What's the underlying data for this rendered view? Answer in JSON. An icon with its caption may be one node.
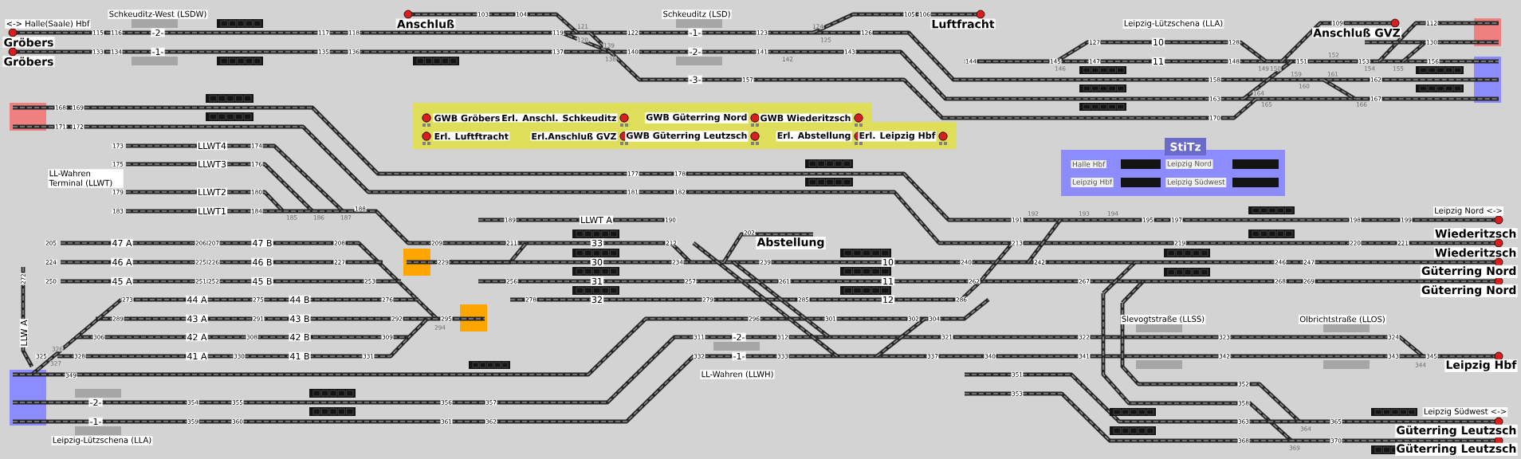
{
  "diagram": {
    "nodes": [
      {
        "text": [],
        "shape": "box"
      },
      {
        "text": [
          "GWB Gröbers"
        ],
        "in": 0
      },
      {
        "text": [
          "Erl. Anschl. Schkeuditz"
        ],
        "in": 0
      },
      {
        "text": [
          "GWB Güterring Nord"
        ],
        "in": 0
      },
      {
        "text": [
          "GWB Wiederitzsch"
        ],
        "in": 0
      },
      {
        "text": [
          "Erl. Luftftracht"
        ],
        "in": 0
      },
      {
        "text": [
          "Erl.Anschluß GVZ"
        ],
        "in": 0
      },
      {
        "text": [
          "GWB Güterring Leutzsch"
        ],
        "in": 0
      },
      {
        "text": [
          "Erl. Abstellung"
        ],
        "in": 0
      },
      {
        "text": [
          "Erl. Leipzig Hbf"
        ],
        "in": 0
      },
      {
        "text": [
          "StiTz"
        ]
      },
      {
        "text": [
          "Halle Hbf"
        ],
        "in": 10
      },
      {
        "text": [
          "Leipzig Nord"
        ],
        "in": 10
      },
      {
        "text": [
          "Leipzig Hbf"
        ],
        "in": 10
      },
      {
        "text": [
          "Leipzig Südwest"
        ],
        "in": 10
      }
    ],
    "labels": [
      "<-> Halle(Saale) Hbf",
      "Schkeuditz-West (LSDW)",
      "Anschluß",
      "Schkeuditz (LSD)",
      "Luftfracht",
      "Leipzig-Lützschena (LLA)",
      "Anschluß GVZ",
      "Gröbers",
      "Gröbers",
      "-2-",
      "-1-",
      "-1-",
      "-2-",
      "-3-",
      "10",
      "11",
      "LL-Wahren Terminal (LLWT)",
      "LLWT4",
      "LLWT3",
      "LLWT2",
      "LLWT1",
      "LLWT A",
      "Leipzig Nord <->",
      "Wiederitzsch",
      "Wiederitzsch",
      "47 A",
      "47 B",
      "33",
      "Abstellung",
      "46 A",
      "46 B",
      "30",
      "10",
      "Güterring Nord",
      "45 A",
      "45 B",
      "31",
      "11",
      "Güterring Nord",
      "LLW A",
      "44 A",
      "44 B",
      "32",
      "12",
      "43 A",
      "43 B",
      "Slevogtstraße (LLSS)",
      "Olbrichtstraße (LLOS)",
      "42 A",
      "42 B",
      "-2-",
      "41 A",
      "41 B",
      "-1-",
      "Leipzig Hbf",
      "LL-Wahren (LLWH)",
      "-2-",
      "Leipzig Südwest <->",
      "-1-",
      "Güterring Leutzsch",
      "Leipzig-Lützschena (LLA)",
      "Güterring Leutzsch",
      "115",
      "116",
      "133",
      "134",
      "117",
      "118",
      "135",
      "136",
      "103",
      "104",
      "119",
      "121",
      "120",
      "122",
      "123",
      "124",
      "125",
      "126",
      "105",
      "106",
      "137",
      "139",
      "138",
      "140",
      "141",
      "142",
      "143",
      "157",
      "144",
      "109",
      "112",
      "127",
      "128",
      "130",
      "145",
      "146",
      "147",
      "148",
      "149",
      "150",
      "151",
      "152",
      "153",
      "154",
      "155",
      "156",
      "158",
      "159",
      "160",
      "161",
      "162",
      "163",
      "164",
      "165",
      "166",
      "167",
      "170",
      "168",
      "169",
      "171",
      "172",
      "173",
      "174",
      "175",
      "176",
      "177",
      "178",
      "179",
      "180",
      "181",
      "182",
      "183",
      "184",
      "185",
      "186",
      "187",
      "188",
      "189",
      "190",
      "191",
      "192",
      "193",
      "194",
      "195",
      "197",
      "198",
      "199",
      "202",
      "205",
      "206",
      "207",
      "208",
      "209",
      "211",
      "212",
      "213",
      "219",
      "220",
      "221",
      "224",
      "225",
      "226",
      "227",
      "229",
      "234",
      "239",
      "240",
      "242",
      "246",
      "247",
      "250",
      "251",
      "252",
      "253",
      "256",
      "257",
      "261",
      "262",
      "267",
      "268",
      "269",
      "272",
      "273",
      "275",
      "276",
      "278",
      "279",
      "285",
      "286",
      "289",
      "291",
      "292",
      "295",
      "294",
      "296",
      "301",
      "302",
      "304",
      "306",
      "308",
      "309",
      "311",
      "312",
      "321",
      "322",
      "323",
      "324",
      "325",
      "326",
      "327",
      "328",
      "330",
      "331",
      "332",
      "333",
      "337",
      "340",
      "341",
      "342",
      "343",
      "345",
      "344",
      "349",
      "351",
      "352",
      "353",
      "354",
      "355",
      "356",
      "357",
      "358",
      "359",
      "360",
      "361",
      "362",
      "363",
      "365",
      "364",
      "368",
      "370",
      "369"
    ]
  }
}
